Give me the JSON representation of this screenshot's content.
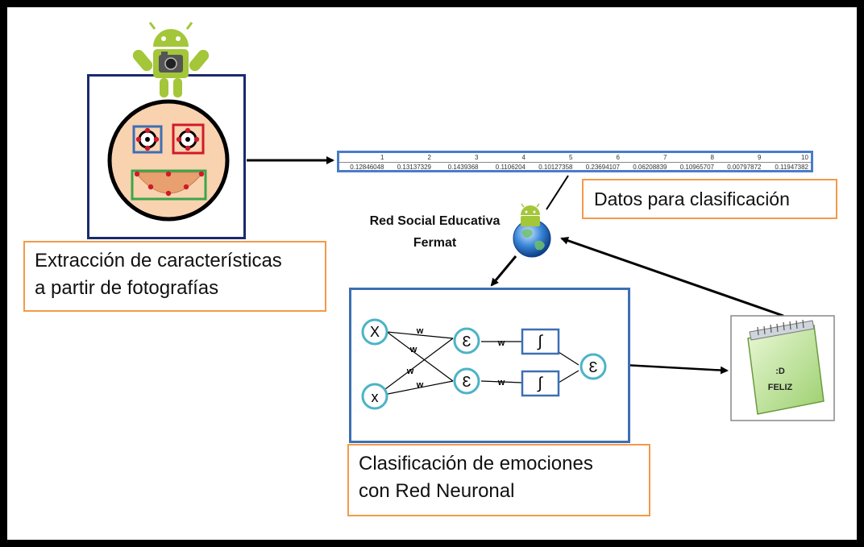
{
  "labels": {
    "datos": "Datos para clasificación",
    "extraccion_line1": "Extracción de características",
    "extraccion_line2": "a partir de fotografías",
    "red_social_line1": "Red Social Educativa",
    "red_social_line2": "Fermat",
    "clasificacion_line1": "Clasificación de emociones",
    "clasificacion_line2": "con Red Neuronal"
  },
  "data_table": {
    "headers": [
      "1",
      "2",
      "3",
      "4",
      "5",
      "6",
      "7",
      "8",
      "9",
      "10"
    ],
    "values": [
      "0.12846048",
      "0.13137329",
      "0.1439368",
      "0.1106204",
      "0.10127358",
      "0.23694107",
      "0.06208839",
      "0.10965707",
      "0.00797872",
      "0.11947382"
    ]
  },
  "network": {
    "input_top": "X",
    "input_bottom": "x",
    "sum_symbol": "Ɛ",
    "weight": "w",
    "integral": "∫"
  },
  "calendar": {
    "emoticon": ":D",
    "emotion": "FELIZ"
  },
  "colors": {
    "label_border": "#f39a4a",
    "panel_border_dark": "#1a2a6e",
    "panel_border": "#3d6fb3",
    "node_stroke": "#4cb3c7",
    "face_fill": "#f9d2b0",
    "android_green": "#a4c639"
  },
  "icons": [
    "android-camera-icon",
    "android-globe-icon",
    "calendar-icon"
  ]
}
